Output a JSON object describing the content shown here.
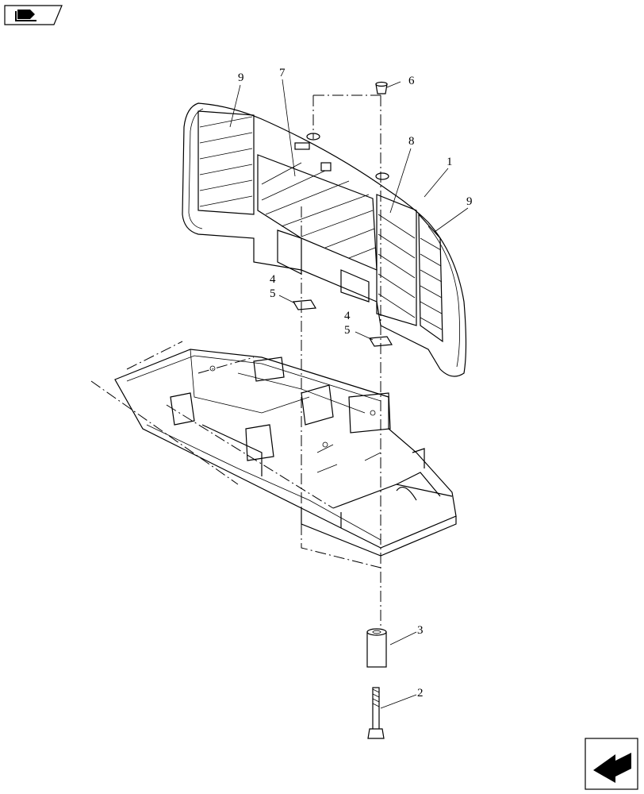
{
  "icons": {
    "top_nav": "book-arrow-icon",
    "bottom_nav": "next-page-arrow-icon"
  },
  "callouts": {
    "c1": "1",
    "c2": "2",
    "c3": "3",
    "c4a": "4",
    "c5a": "5",
    "c4b": "4",
    "c5b": "5",
    "c6": "6",
    "c7": "7",
    "c8": "8",
    "c9a": "9",
    "c9b": "9"
  }
}
